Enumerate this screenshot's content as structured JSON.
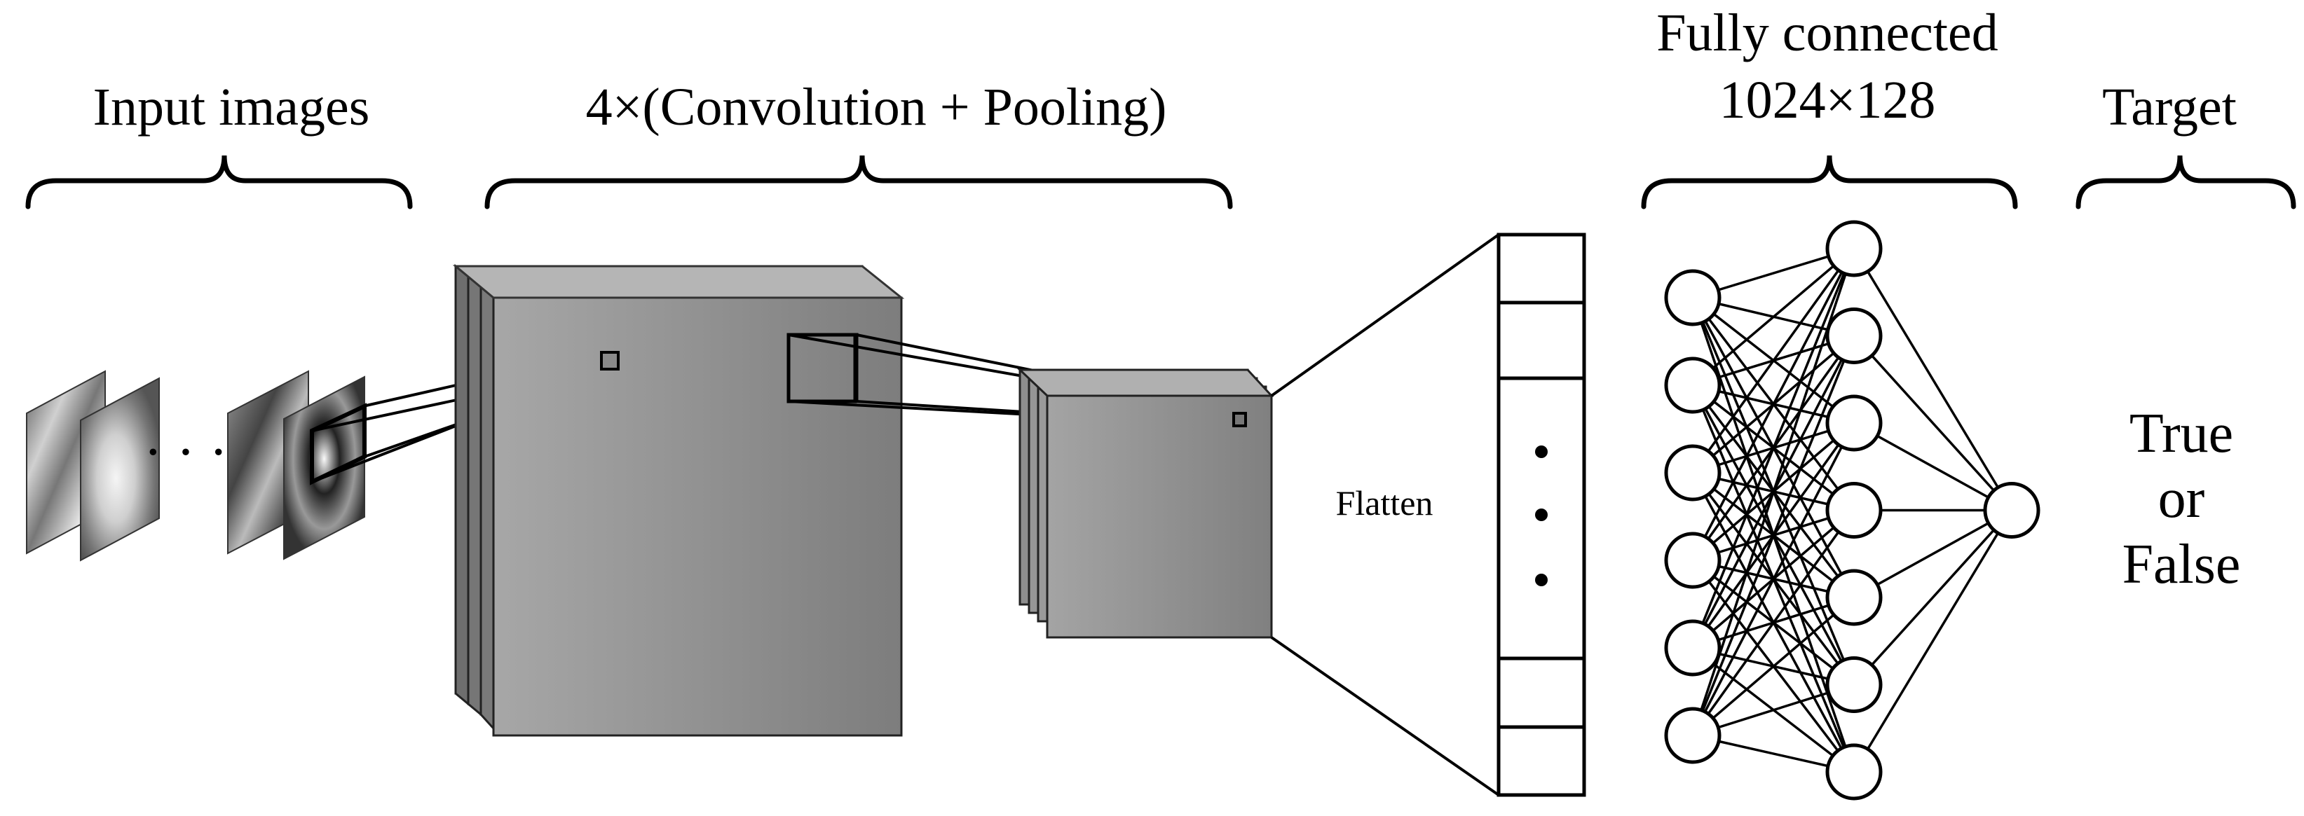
{
  "labels": {
    "input_images": "Input images",
    "conv_pool": "4×(Convolution + Pooling)",
    "fully_connected_line1": "Fully connected",
    "fully_connected_line2": "1024×128",
    "target": "Target",
    "flatten": "Flatten",
    "ellipsis": "· · ·",
    "target_true": "True",
    "target_or": "or",
    "target_false": "False"
  },
  "network": {
    "layer1_neurons": 6,
    "layer2_neurons": 7,
    "output_neurons": 1
  }
}
